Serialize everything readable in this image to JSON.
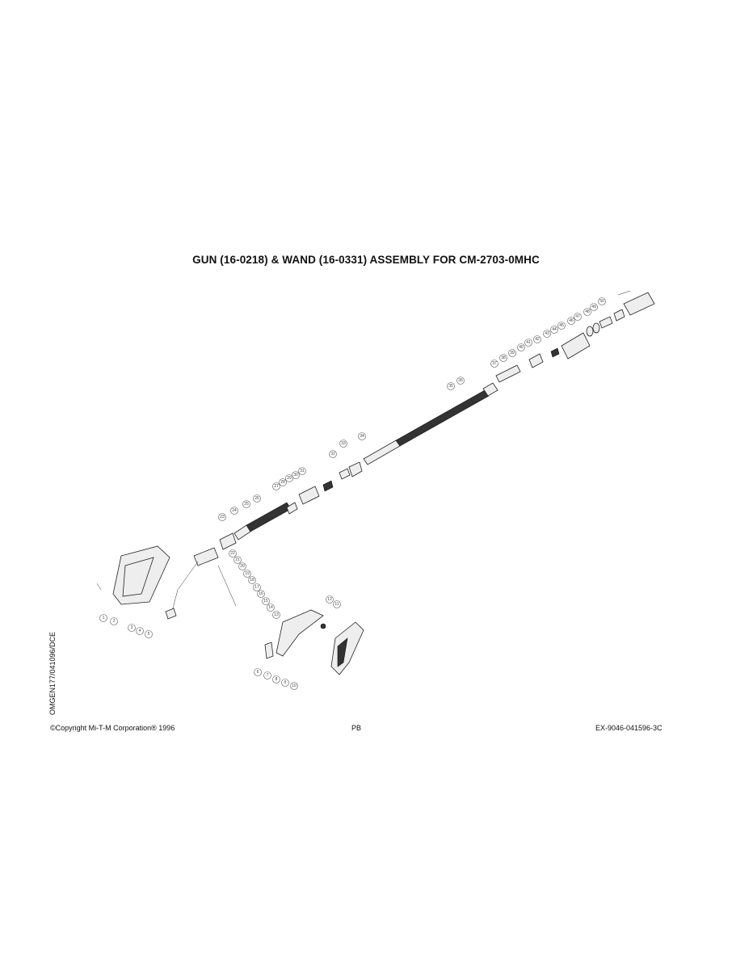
{
  "title": "GUN (16-0218) & WAND (16-0331) ASSEMBLY FOR CM-2703-0MHC",
  "side_code": "OMGEN177/041096/DCE",
  "footer": {
    "copyright": "©Copyright Mi-T-M Corporation® 1996",
    "center": "PB",
    "doc_number": "EX-9046-041596-3C"
  },
  "callouts": [
    "1",
    "2",
    "3",
    "4",
    "5",
    "6",
    "7",
    "8",
    "9",
    "10",
    "11",
    "12",
    "13",
    "14",
    "15",
    "16",
    "17",
    "18",
    "19",
    "20",
    "21",
    "22",
    "23",
    "24",
    "25",
    "26",
    "27",
    "28",
    "29",
    "30",
    "31",
    "32",
    "33",
    "34",
    "35",
    "36",
    "37",
    "38",
    "39",
    "40",
    "41",
    "42",
    "43",
    "44",
    "45",
    "46",
    "47",
    "48",
    "49",
    "50"
  ]
}
